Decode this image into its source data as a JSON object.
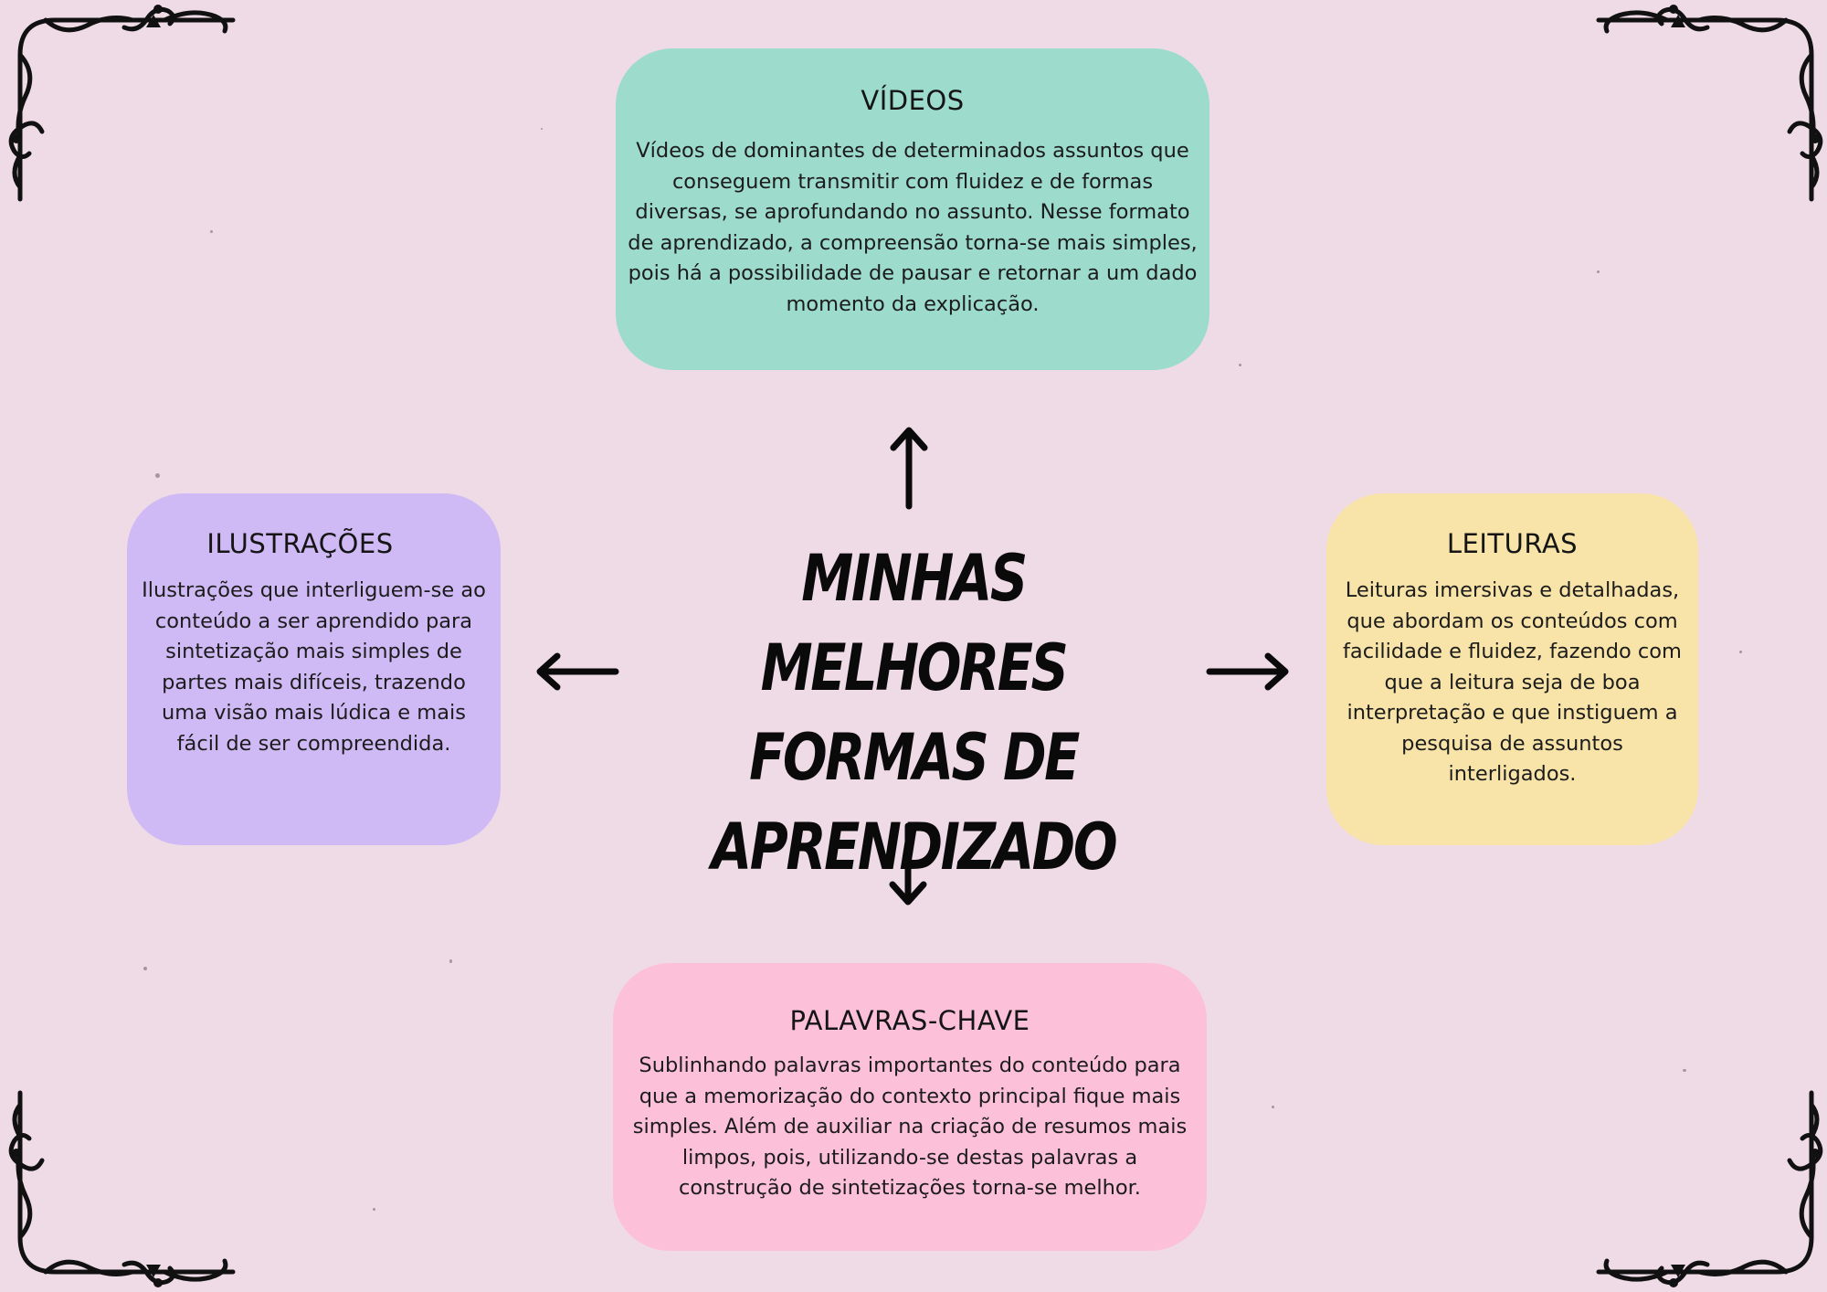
{
  "title": "MINHAS MELHORES FORMAS DE APRENDIZADO",
  "title_lines": [
    "MINHAS MELHORES",
    "FORMAS DE",
    "APRENDIZADO"
  ],
  "cards": {
    "videos": {
      "heading": "VÍDEOS",
      "text": "Vídeos de dominantes de determinados assuntos que conseguem transmitir com fluidez e de formas diversas, se aprofundando no assunto. Nesse formato de aprendizado, a compreensão torna-se mais simples, pois há a possibilidade de pausar e retornar a um dado momento da explicação.",
      "color": "#9ddbcd"
    },
    "ilustracoes": {
      "heading": "ILUSTRAÇÕES",
      "text": "Ilustrações que interliguem-se ao conteúdo a ser aprendido para sintetização mais simples de partes mais difíceis, trazendo uma visão mais lúdica e mais fácil de ser compreendida.",
      "color": "#cfbaf5"
    },
    "leituras": {
      "heading": "LEITURAS",
      "text": "Leituras imersivas e detalhadas, que abordam os conteúdos com facilidade e fluidez, fazendo com que a leitura seja de boa interpretação e que instiguem a pesquisa de assuntos interligados.",
      "color": "#f8e4a8"
    },
    "palavras": {
      "heading": "PALAVRAS-CHAVE",
      "text": "Sublinhando palavras importantes do conteúdo para que a memorização do contexto principal fique mais simples. Além de auxiliar na criação de resumos mais limpos, pois, utilizando-se destas palavras a construção de sintetizações torna-se melhor.",
      "color": "#fcc1d9"
    }
  },
  "colors": {
    "background": "#efdbe6",
    "ink": "#0a0a0a"
  },
  "icons": [
    "arrow-up-icon",
    "arrow-left-icon",
    "arrow-right-icon",
    "arrow-down-icon",
    "corner-flourish-ornament"
  ]
}
